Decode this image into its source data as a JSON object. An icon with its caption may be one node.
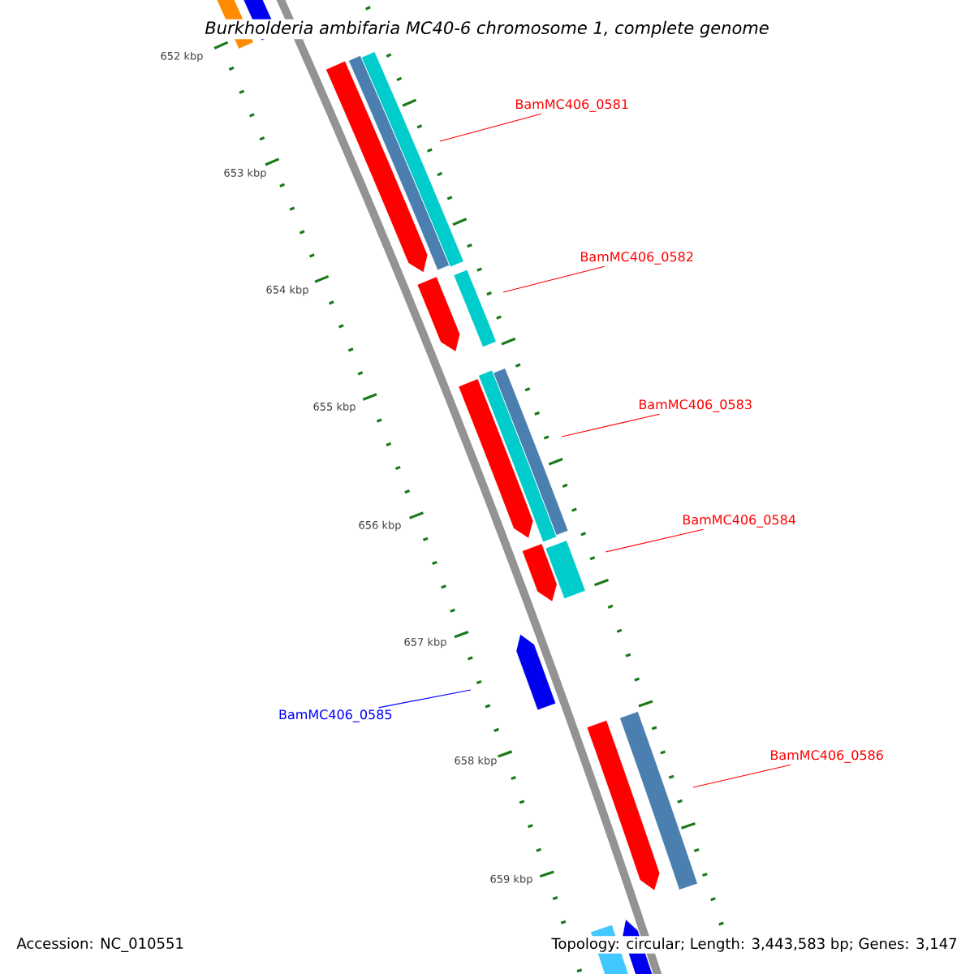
{
  "diagram": {
    "title": "Burkholderia ambifaria MC40-6 chromosome 1, complete genome",
    "nodes": [
      {
        "text": [
          "BamMC406_0581"
        ]
      },
      {
        "text": [
          "BamMC406_0582"
        ]
      },
      {
        "text": [
          "BamMC406_0583"
        ]
      },
      {
        "text": [
          "BamMC406_0584"
        ]
      },
      {
        "text": [
          "BamMC406_0585"
        ]
      },
      {
        "text": [
          "BamMC406_0586"
        ]
      }
    ],
    "edges": [
      {
        "from": 0,
        "to": null,
        "arrow": "none"
      },
      {
        "from": 1,
        "to": null,
        "arrow": "none"
      },
      {
        "from": 2,
        "to": null,
        "arrow": "none"
      },
      {
        "from": 3,
        "to": null,
        "arrow": "none"
      },
      {
        "from": 4,
        "to": null,
        "arrow": "none",
        "color": "#0000ff"
      },
      {
        "from": 5,
        "to": null,
        "arrow": "none"
      }
    ],
    "labels": [
      "652 kbp",
      "653 kbp",
      "654 kbp",
      "655 kbp",
      "656 kbp",
      "657 kbp",
      "658 kbp",
      "659 kbp",
      "Accession: NC_010551",
      "Topology: circular; Length: 3,443,583 bp; Genes: 3,147"
    ]
  }
}
